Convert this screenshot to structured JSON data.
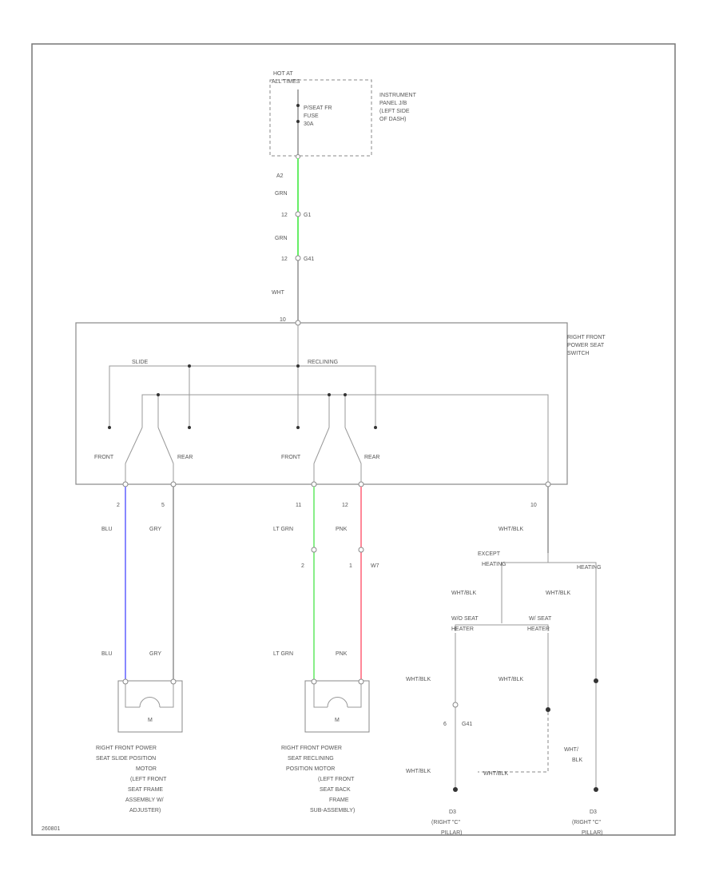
{
  "labels": {
    "hot_at": "HOT AT",
    "all_times": "ALL TIMES",
    "fuse_line1": "P/SEAT FR",
    "fuse_line2": "FUSE",
    "fuse_line3": "30A",
    "ip_line1": "INSTRUMENT",
    "ip_line2": "PANEL J/B",
    "ip_line3": "(LEFT SIDE",
    "ip_line4": "OF DASH)",
    "pin_a2": "A2",
    "wire_grn1": "GRN",
    "conn1": "12",
    "conn1b": "G1",
    "wire_grn2": "GRN",
    "conn2": "12",
    "conn2b": "G41",
    "wire_wht": "WHT",
    "pin_top": "10",
    "switch_line1": "RIGHT FRONT",
    "switch_line2": "POWER SEAT",
    "switch_line3": "SWITCH",
    "slide": "SLIDE",
    "reclining": "RECLINING",
    "front1": "FRONT",
    "rear1": "REAR",
    "front2": "FRONT",
    "rear2": "REAR",
    "pin2": "2",
    "pin5": "5",
    "pin11": "11",
    "pin12": "12",
    "pin10": "10",
    "blu1": "BLU",
    "gry1": "GRY",
    "ltgrn1": "LT GRN",
    "pnk1": "PNK",
    "whtblk1": "WHT/BLK",
    "sp2": "2",
    "sp1": "1",
    "sp_g": "W7",
    "except1": "EXCEPT",
    "except2": "HEATING",
    "heating": "HEATING",
    "whtblk2": "WHT/BLK",
    "whtblk3": "WHT/BLK",
    "wo_seat1": "W/O SEAT",
    "wo_seat2": "HEATER",
    "w_seat1": "W/ SEAT",
    "w_seat2": "HEATER",
    "blu2": "BLU",
    "gry2": "GRY",
    "ltgrn2": "LT GRN",
    "pnk2": "PNK",
    "whtblk4": "WHT/BLK",
    "whtblk5": "WHT/BLK",
    "conn6": "6",
    "conn6b": "G41",
    "whtblk6": "WHT/BLK",
    "whtblk7": "WHT/BLK",
    "whtblk8a": "WHT/",
    "whtblk8b": "BLK",
    "motor1_l1": "RIGHT FRONT POWER",
    "motor1_l2": "SEAT SLIDE POSITION",
    "motor1_l3": "MOTOR",
    "motor1_l4": "(LEFT FRONT",
    "motor1_l5": "SEAT FRAME",
    "motor1_l6": "ASSEMBLY W/",
    "motor1_l7": "ADJUSTER)",
    "motor2_l1": "RIGHT FRONT POWER",
    "motor2_l2": "SEAT RECLINING",
    "motor2_l3": "POSITION MOTOR",
    "motor2_l4": "(LEFT FRONT",
    "motor2_l5": "SEAT BACK",
    "motor2_l6": "FRAME",
    "motor2_l7": "SUB-ASSEMBLY)",
    "m": "M",
    "m2": "M",
    "gnd1_a": "D3",
    "gnd1_b": "(RIGHT \"C\"",
    "gnd1_c": "PILLAR)",
    "gnd2_a": "D3",
    "gnd2_b": "(RIGHT \"C\"",
    "gnd2_c": "PILLAR)",
    "diagram_id": "260801"
  },
  "wire_colors": {
    "grn": "#66ee66",
    "blu": "#8888ff",
    "ltgrn": "#88ee88",
    "pnk": "#ff8899",
    "default": "#888888"
  }
}
